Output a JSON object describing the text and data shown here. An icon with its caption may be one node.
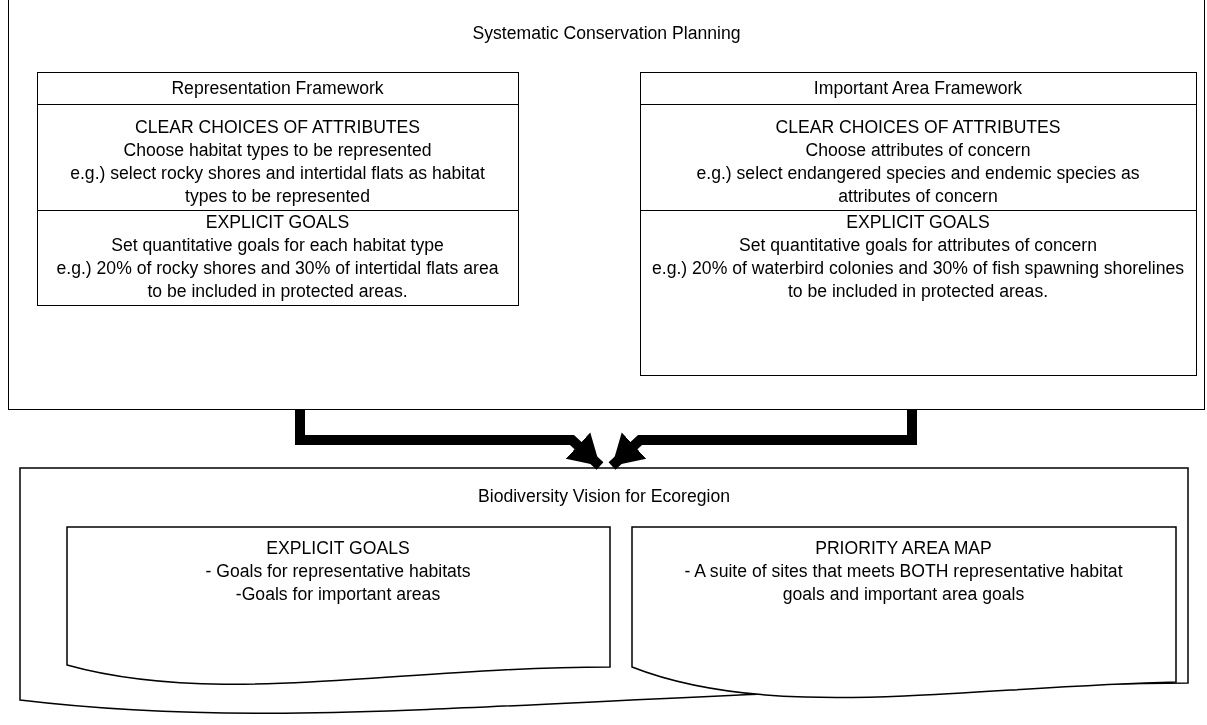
{
  "diagram": {
    "nodes": [
      {
        "text": [
          "Systematic Conservation Planning"
        ]
      },
      {
        "text": [
          "Representation Framework"
        ],
        "in": 0
      },
      {
        "text": [
          "CLEAR CHOICES OF ATTRIBUTES",
          "Choose habitat types to be represented",
          "e.g.) select rocky shores and intertidal flats as habitat types to be represented"
        ],
        "in": 0
      },
      {
        "text": [
          "EXPLICIT GOALS",
          "Set quantitative goals for each habitat type",
          "e.g.) 20% of rocky shores and 30% of intertidal flats area to be included in protected areas."
        ],
        "in": 0
      },
      {
        "text": [
          "Important Area Framework"
        ],
        "in": 0
      },
      {
        "text": [
          "CLEAR CHOICES OF ATTRIBUTES",
          "Choose attributes of concern",
          "e.g.) select endangered species and endemic species as attributes of concern"
        ],
        "in": 0
      },
      {
        "text": [
          "EXPLICIT GOALS",
          "Set quantitative goals for attributes of concern",
          "e.g.) 20% of waterbird colonies and 30% of fish spawning shorelines to be included in protected areas."
        ],
        "in": 0
      },
      {
        "text": [
          "Biodiversity Vision for Ecoregion"
        ]
      },
      {
        "text": [
          "EXPLICIT GOALS",
          "- Goals for representative habitats",
          "-Goals for important areas"
        ],
        "in": 7
      },
      {
        "text": [
          "PRIORITY AREA MAP",
          "- A suite of sites that meets BOTH representative habitat goals and important area goals"
        ],
        "in": 7
      }
    ],
    "edges": [
      {
        "from": 0,
        "to": 7,
        "arrow": "to"
      },
      {
        "from": 0,
        "to": 7,
        "arrow": "to"
      }
    ]
  }
}
